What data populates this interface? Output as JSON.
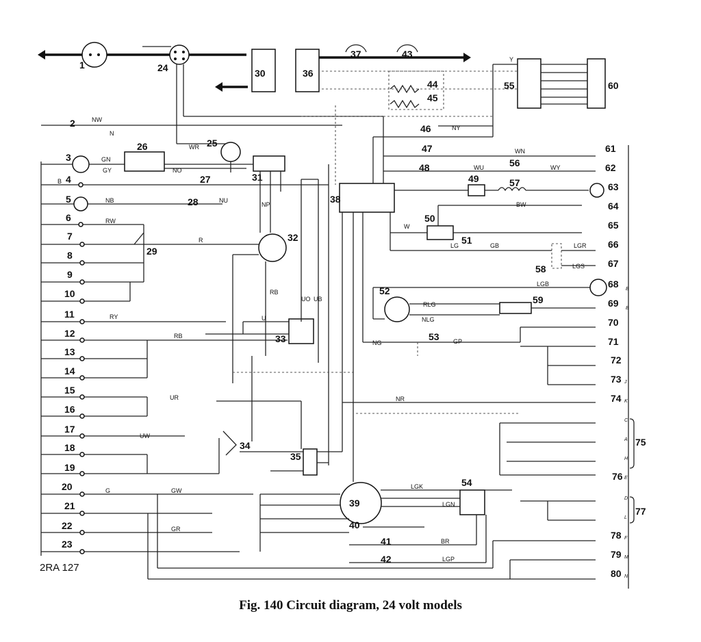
{
  "caption": "Fig. 140  Circuit diagram, 24 volt models",
  "reference": "2RA 127",
  "components": {
    "left": [
      {
        "num": "1",
        "row": "top"
      },
      {
        "num": "24",
        "row": "top"
      },
      {
        "num": "30",
        "row": "top"
      },
      {
        "num": "36",
        "row": "top"
      },
      {
        "num": "37",
        "row": "top"
      },
      {
        "num": "43",
        "row": "top"
      },
      {
        "num": "44",
        "row": "top"
      },
      {
        "num": "45",
        "row": "top"
      },
      {
        "num": "55",
        "row": "top"
      },
      {
        "num": "60",
        "row": "top"
      }
    ],
    "rows_left": [
      "2",
      "3",
      "4",
      "5",
      "6",
      "7",
      "8",
      "9",
      "10",
      "11",
      "12",
      "13",
      "14",
      "15",
      "16",
      "17",
      "18",
      "19",
      "20",
      "21",
      "22",
      "23"
    ],
    "mid": [
      "25",
      "26",
      "27",
      "28",
      "29",
      "31",
      "32",
      "33",
      "34",
      "35",
      "38",
      "39",
      "40",
      "41",
      "42",
      "46",
      "47",
      "48",
      "49",
      "50",
      "51",
      "52",
      "53",
      "54",
      "56",
      "57",
      "58",
      "59"
    ],
    "right": [
      "61",
      "62",
      "63",
      "64",
      "65",
      "66",
      "67",
      "68",
      "69",
      "70",
      "71",
      "72",
      "73",
      "74",
      "75",
      "76",
      "77",
      "78",
      "79",
      "80"
    ],
    "right_pins": [
      "B",
      "B",
      "",
      "J",
      "K",
      "C",
      "A",
      "H",
      "E",
      "D",
      "L",
      "F",
      "M",
      "N"
    ]
  },
  "wire_codes": [
    "NW",
    "N",
    "GN",
    "GY",
    "NO",
    "NB",
    "NU",
    "RW",
    "R",
    "RY",
    "RB",
    "UR",
    "UW",
    "G",
    "GW",
    "GR",
    "WR",
    "NP",
    "RB",
    "UO",
    "UB",
    "U",
    "Y",
    "NY",
    "WN",
    "WU",
    "WY",
    "BW",
    "LG",
    "GB",
    "LGR",
    "LGS",
    "LGB",
    "RLG",
    "NLG",
    "NG",
    "GP",
    "NR",
    "LGK",
    "LGN",
    "BR",
    "LGP",
    "W",
    "B"
  ]
}
